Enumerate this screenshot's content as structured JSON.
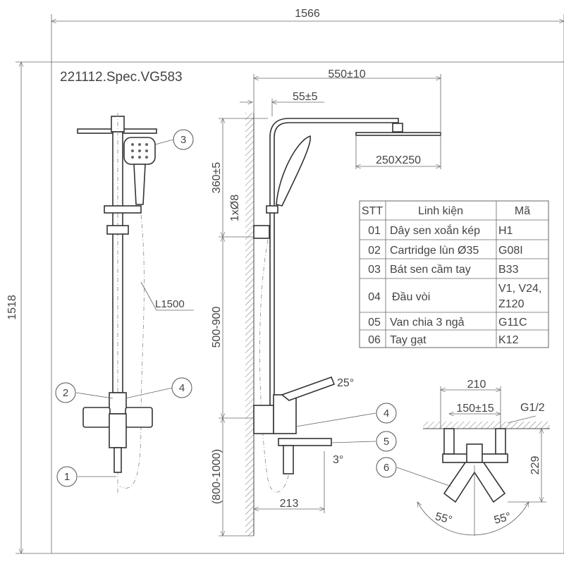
{
  "title": "221112.Spec.VG583",
  "dimensions": {
    "total_width": "1566",
    "total_height": "1518",
    "arm_length": "550±10",
    "wall_offset": "55±5",
    "head_size": "250X250",
    "head_height": "360±5",
    "anchor": "1xØ8",
    "adjust_range": "500-900",
    "valve_height": "(800-1000)",
    "spout_length": "213",
    "hose_length": "L1500",
    "lever_angle": "25°",
    "spout_angle": "3°",
    "centers_outer": "210",
    "centers": "150±15",
    "thread": "G1/2",
    "valve_depth": "229",
    "swing_left": "55°",
    "swing_right": "55°"
  },
  "callouts": [
    "1",
    "2",
    "3",
    "4",
    "5",
    "6"
  ],
  "table": {
    "headers": [
      "STT",
      "Linh kiện",
      "Mã"
    ],
    "rows": [
      {
        "stt": "01",
        "name": "Dây sen xoắn kép",
        "code": "H1"
      },
      {
        "stt": "02",
        "name": "Cartridge lùn Ø35",
        "code": "G08I"
      },
      {
        "stt": "03",
        "name": "Bát sen cầm tay",
        "code": "B33"
      },
      {
        "stt": "04",
        "name": "Đầu vòi",
        "code": "V1, V24,",
        "code2": "Z120"
      },
      {
        "stt": "05",
        "name": "Van chia 3 ngả",
        "code": "G11C"
      },
      {
        "stt": "06",
        "name": "Tay gạt",
        "code": "K12"
      }
    ]
  }
}
